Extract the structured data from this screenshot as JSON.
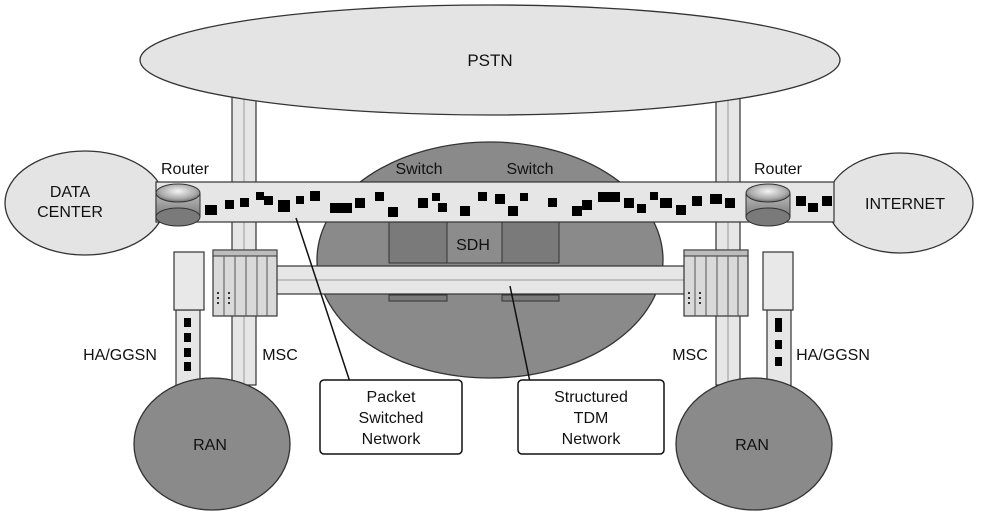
{
  "nodes": {
    "pstn": "PSTN",
    "data_center": [
      "DATA",
      "CENTER"
    ],
    "internet": "INTERNET",
    "ran_left": "RAN",
    "ran_right": "RAN",
    "sdh": "SDH"
  },
  "labels": {
    "router_left": "Router",
    "router_right": "Router",
    "switch_left": "Switch",
    "switch_right": "Switch",
    "msc_left": "MSC",
    "msc_right": "MSC",
    "ha_ggsn_left": "HA/GGSN",
    "ha_ggsn_right": "HA/GGSN"
  },
  "callouts": {
    "packet": [
      "Packet",
      "Switched",
      "Network"
    ],
    "tdm": [
      "Structured",
      "TDM",
      "Network"
    ]
  },
  "icons": {
    "router": "router-icon",
    "switch_rack": "equipment-rack-icon",
    "ha_ggsn": "gateway-box-icon"
  },
  "colors": {
    "cloud_light": "#e4e4e4",
    "cloud_dark": "#8a8a8a",
    "pipe": "#e6e6e6",
    "packet": "#000000"
  }
}
